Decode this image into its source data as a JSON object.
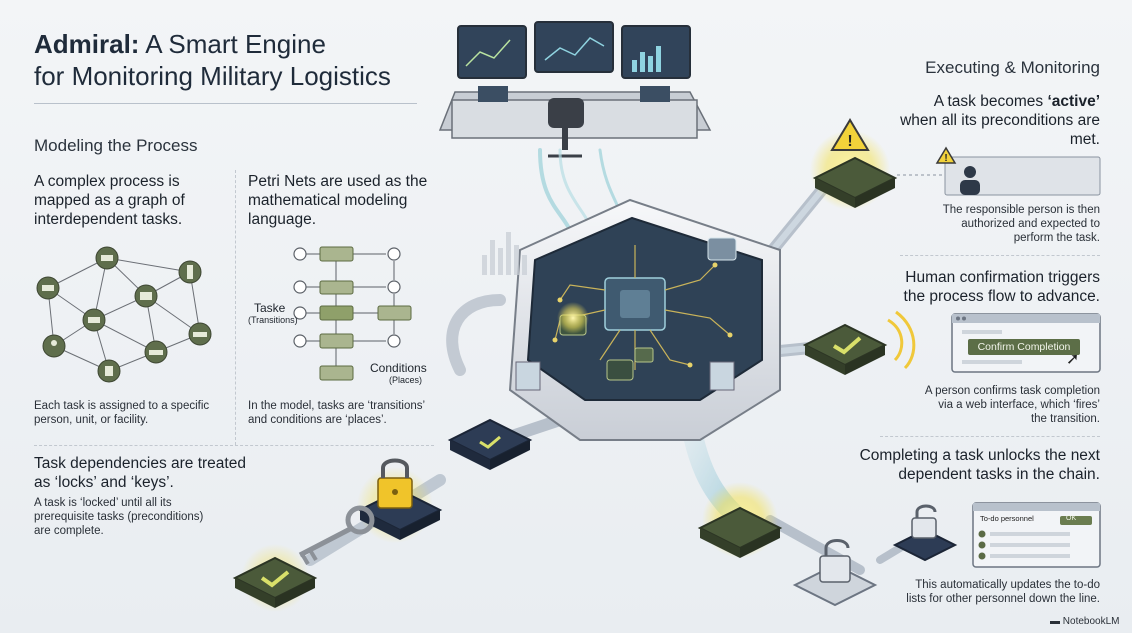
{
  "title": {
    "emphasis": "Admiral:",
    "rest_line1": " A Smart Engine",
    "line2": "for Monitoring Military Logistics"
  },
  "left": {
    "section_title": "Modeling the Process",
    "col1": {
      "heading": "A complex process is mapped as a graph of interdependent tasks.",
      "caption": "Each task is assigned to a specific person, unit, or facility."
    },
    "col2": {
      "heading": "Petri Nets are used as the mathematical modeling language.",
      "caption": "In the model, tasks are ‘transitions’ and conditions are ‘places’.",
      "task_label": "Taske",
      "task_sub": "(Transitions)",
      "cond_label": "Conditions",
      "cond_sub": "(Places)"
    },
    "locks": {
      "heading": "Task dependencies are treated as ‘locks’ and ‘keys’.",
      "caption": "A task is ‘locked’ until all its prerequisite tasks (preconditions) are complete."
    }
  },
  "right": {
    "section_title": "Executing & Monitoring",
    "active": {
      "pre": "A task becomes ",
      "word": "‘active’",
      "post": " when all its preconditions are met.",
      "caption": "The responsible person is then authorized and expected to perform the task."
    },
    "confirm": {
      "heading": "Human confirmation triggers the process flow to advance.",
      "button": "Confirm Completion",
      "caption": "A person confirms task completion via a web interface, which ‘fires’ the transition."
    },
    "unlock": {
      "heading": "Completing a task unlocks the next dependent tasks in the chain.",
      "todo_title": "To-do personnel",
      "todo_btn": "OK",
      "caption": "This automatically updates the to-do lists for other personnel down the line."
    }
  },
  "footer": {
    "brand": "NotebookLM"
  },
  "colors": {
    "olive": "#5b6b45",
    "navy": "#1f2d44",
    "glow": "#f4e25a",
    "accent": "#8aa06a"
  }
}
